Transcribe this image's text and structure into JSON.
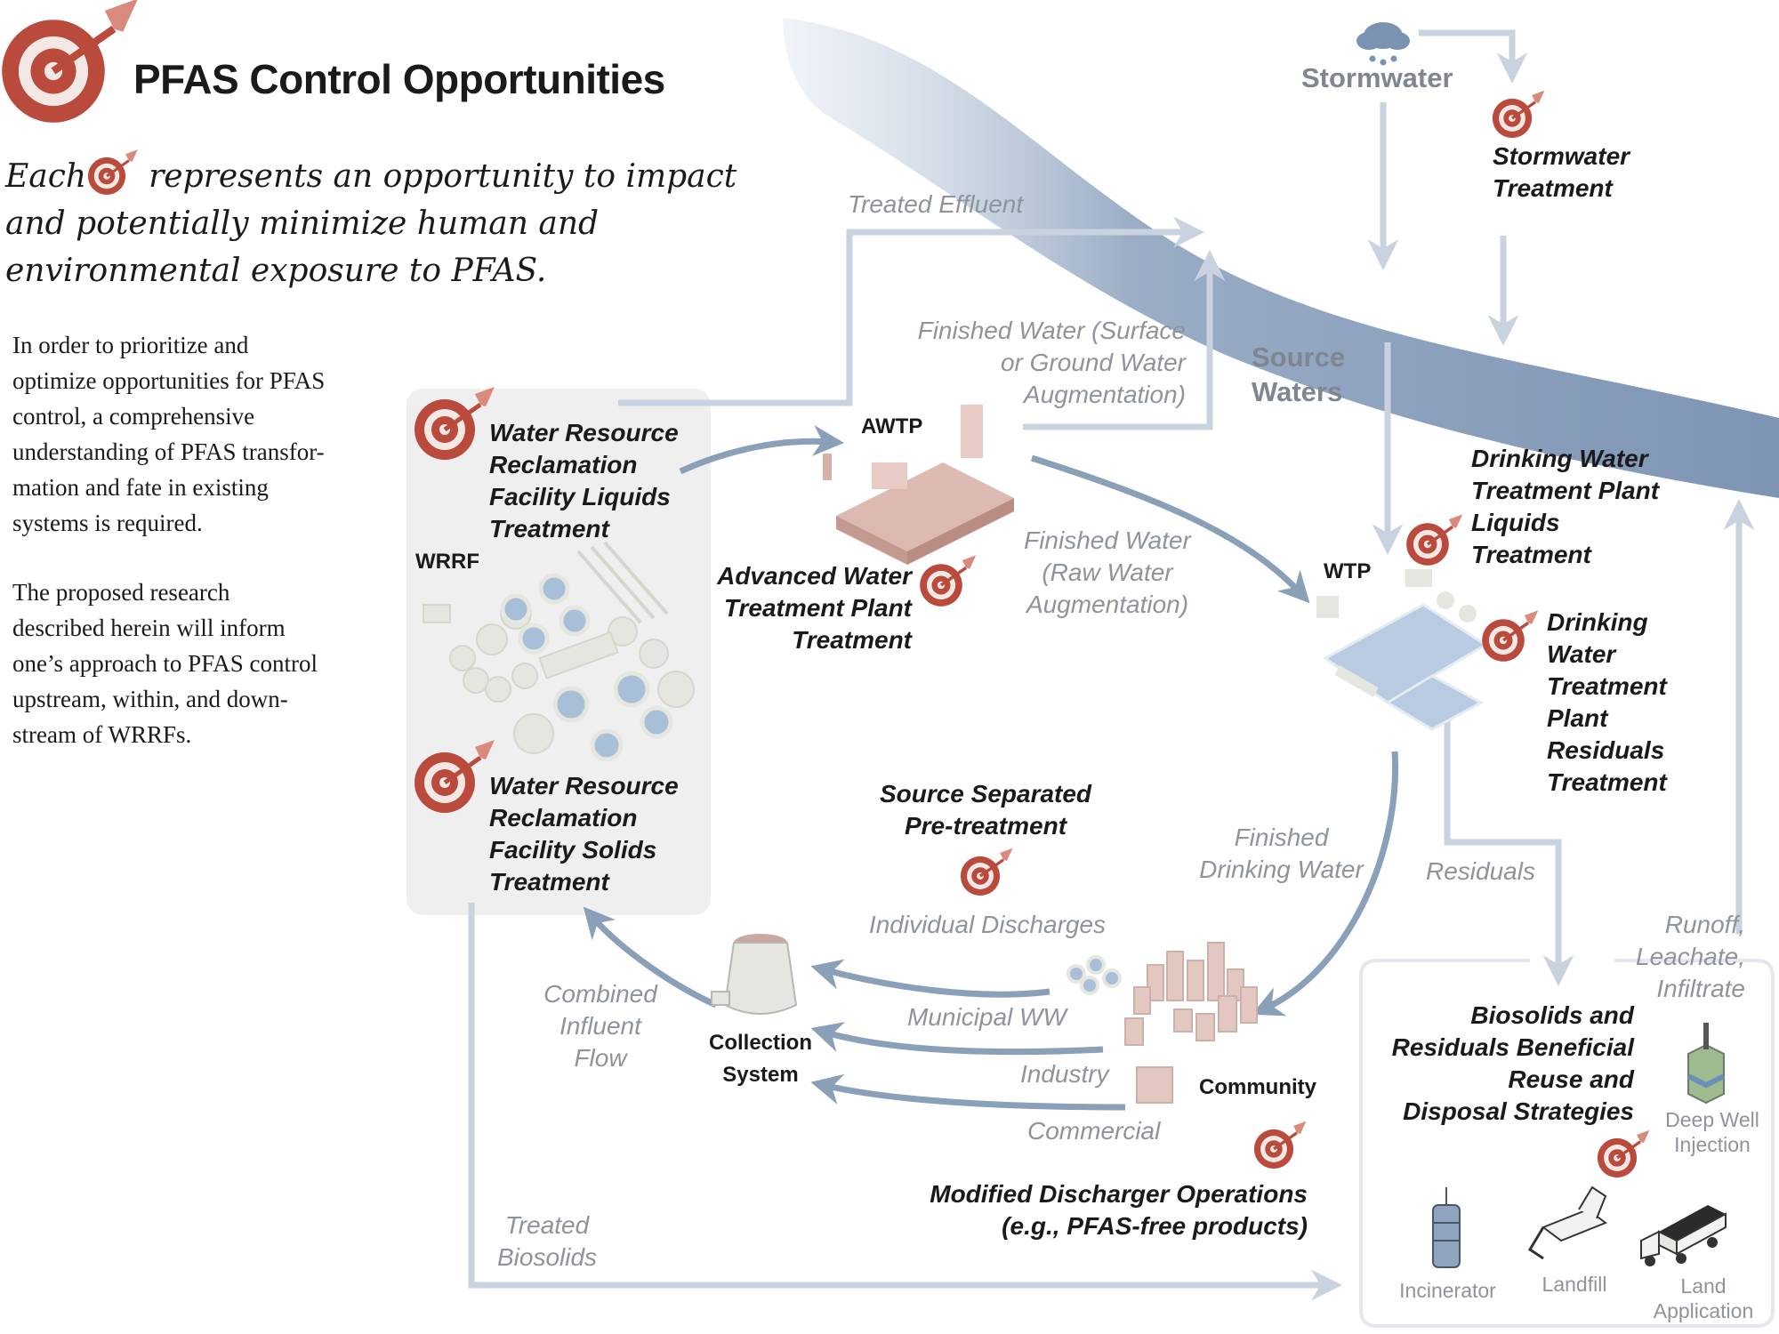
{
  "header": {
    "title": "PFAS Control Opportunities"
  },
  "intro": {
    "pre": "Each",
    "rest": "represents an opportunity to impact",
    "line2": "and potentially minimize human and",
    "line3": "environmental exposure to PFAS."
  },
  "paragraphs": {
    "p1": "In order to prioritize and\noptimize opportunities for PFAS\ncontrol, a comprehensive\nunderstanding of PFAS transfor-\nmation and fate in existing\nsystems is required.",
    "p2": "The proposed research\ndescribed herein will inform\none’s approach to PFAS control\nupstream, within, and down-\nstream of WRRFs."
  },
  "nodes": {
    "wrrf": "WRRF",
    "awtp": "AWTP",
    "wtp": "WTP",
    "collection": "Collection\nSystem",
    "community": "Community",
    "stormwater": "Stormwater",
    "source_waters": "Source\nWaters"
  },
  "opportunities": {
    "wrrf_liquids": "Water Resource\nReclamation\nFacility Liquids\nTreatment",
    "wrrf_solids": "Water Resource\nReclamation\nFacility Solids\nTreatment",
    "awtp": "Advanced Water\nTreatment Plant\nTreatment",
    "stormwater": "Stormwater\nTreatment",
    "dwtp_liquids": "Drinking Water\nTreatment Plant\nLiquids\nTreatment",
    "dwtp_residuals": "Drinking\nWater\nTreatment\nPlant\nResiduals\nTreatment",
    "source_separated": "Source Separated\nPre-treatment",
    "modified_discharger": "Modified Discharger Operations\n(e.g., PFAS-free products)",
    "biosolids": "Biosolids and\nResiduals Beneficial\nReuse and\nDisposal Strategies"
  },
  "flows": {
    "treated_effluent": "Treated Effluent",
    "finished_surface": "Finished Water (Surface\nor Ground Water\nAugmentation)",
    "finished_raw": "Finished Water\n(Raw Water\nAugmentation)",
    "finished_drinking": "Finished\nDrinking Water",
    "residuals": "Residuals",
    "runoff": "Runoff,\nLeachate,\nInfiltrate",
    "individual_discharges": "Individual Discharges",
    "municipal_ww": "Municipal WW",
    "industry": "Industry",
    "commercial": "Commercial",
    "combined_influent": "Combined\nInfluent\nFlow",
    "treated_biosolids": "Treated\nBiosolids"
  },
  "disposal": {
    "deep_well": "Deep Well\nInjection",
    "incinerator": "Incinerator",
    "landfill": "Landfill",
    "land_application": "Land\nApplication"
  },
  "colors": {
    "target_red": "#b94a3c",
    "river_blue": "#7b93b3",
    "arrow_blue": "#8a9fb8",
    "light_arrow": "#c9d3df",
    "panel_gray": "#efefef"
  }
}
